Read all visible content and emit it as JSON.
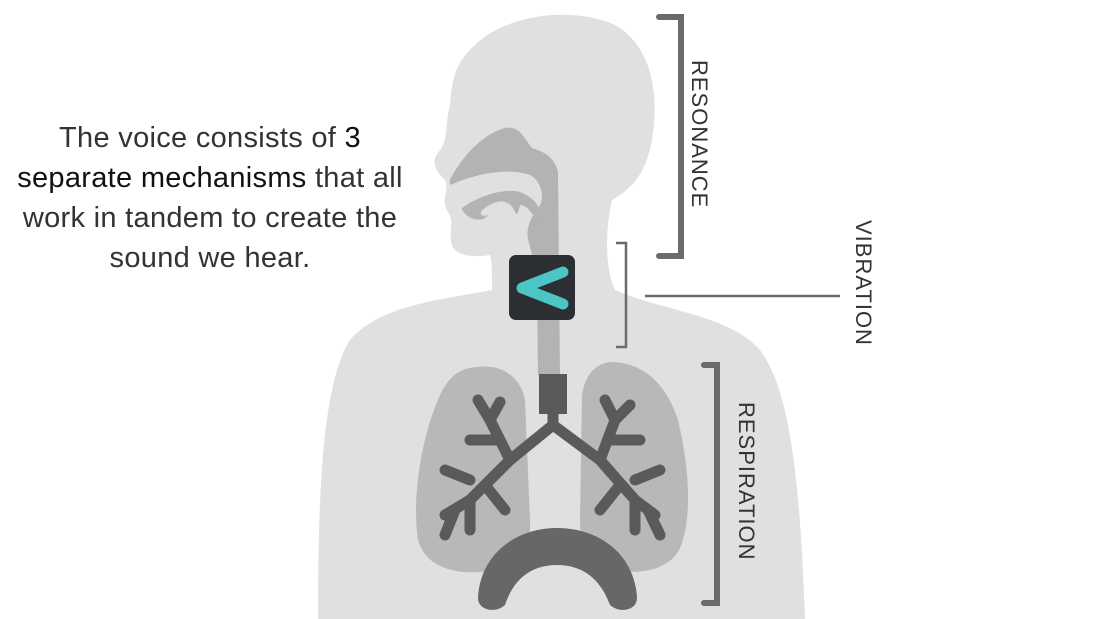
{
  "intro": {
    "part1": "The voice consists of ",
    "bold1": "3",
    "bold2": "separate mechanisms",
    "part2": " that all work in tandem to create the sound we hear."
  },
  "labels": {
    "resonance": "RESONANCE",
    "vibration": "VIBRATION",
    "respiration": "RESPIRATION"
  },
  "colors": {
    "body": "#e0e0e0",
    "airway": "#b3b3b3",
    "dark": "#5a5a5a",
    "bracket": "#6b6b6b",
    "icon_bg": "#2b2f33",
    "icon_accent": "#4cc5c5"
  }
}
